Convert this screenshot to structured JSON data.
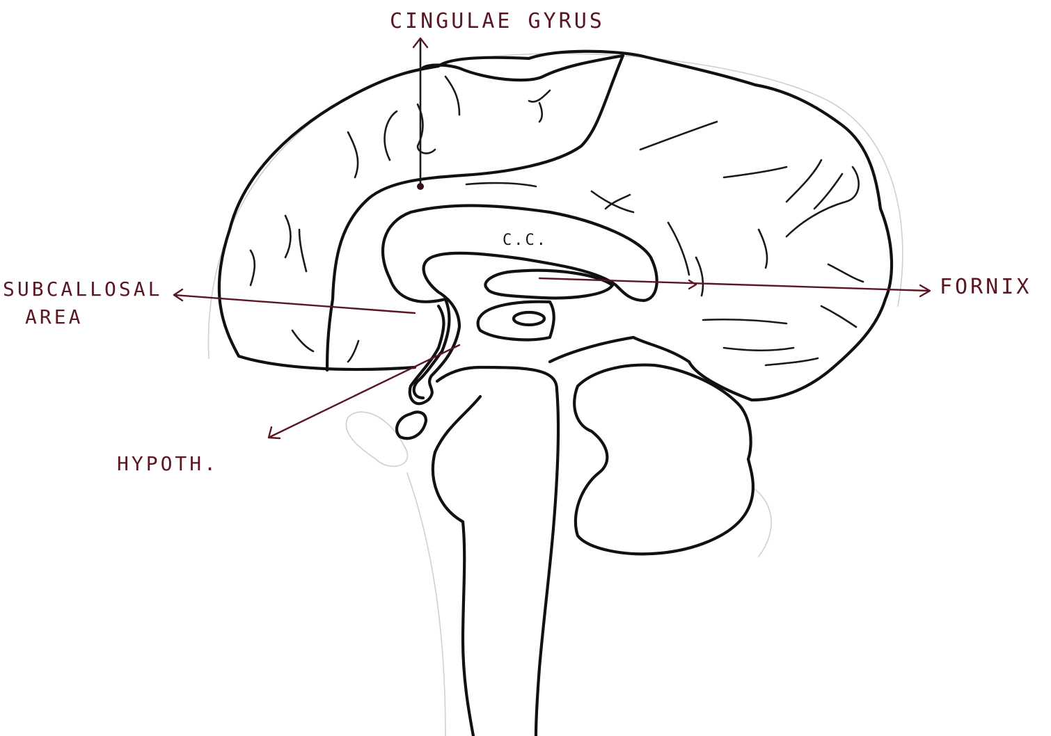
{
  "labels": {
    "cingulate_gyrus": "CINGULAE GYRUS",
    "subcallosal_line1": "SUBCALLOSAL",
    "subcallosal_line2": "AREA",
    "fornix": "FORNIX",
    "hypothalamus": "HYPOTH.",
    "corpus_callosum": "C.C."
  },
  "colors": {
    "ink": "#111111",
    "label_ink": "#5a1622",
    "paper": "#ffffff"
  }
}
